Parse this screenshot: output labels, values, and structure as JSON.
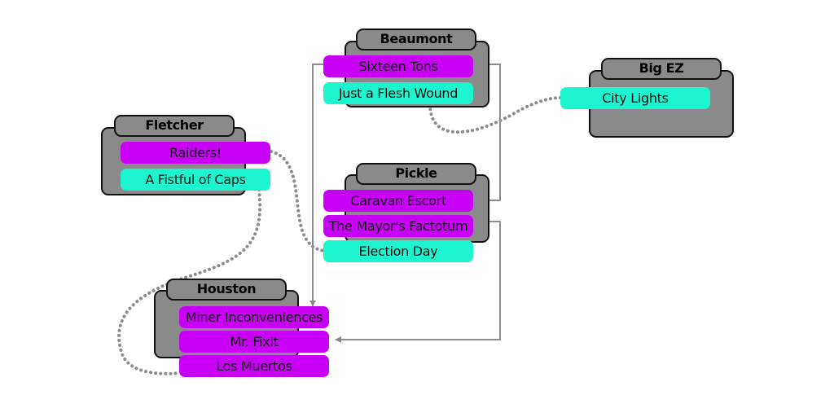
{
  "colors": {
    "magenta": "#c800f5",
    "cyan": "#1cf5cf",
    "node_fill": "#8a8a8a",
    "link_gray": "#8c8c8c"
  },
  "nodes": {
    "beaumont": {
      "title": "Beaumont",
      "quests": [
        {
          "label": "Sixteen Tons",
          "color": "magenta"
        },
        {
          "label": "Just a Flesh Wound",
          "color": "cyan"
        }
      ]
    },
    "bigez": {
      "title": "Big EZ",
      "quests": [
        {
          "label": "City Lights",
          "color": "cyan"
        }
      ]
    },
    "fletcher": {
      "title": "Fletcher",
      "quests": [
        {
          "label": "Raiders!",
          "color": "magenta"
        },
        {
          "label": "A Fistful of Caps",
          "color": "cyan"
        }
      ]
    },
    "pickle": {
      "title": "Pickle",
      "quests": [
        {
          "label": "Caravan Escort",
          "color": "magenta"
        },
        {
          "label": "The Mayor's Factotum",
          "color": "magenta"
        },
        {
          "label": "Election Day",
          "color": "cyan"
        }
      ]
    },
    "houston": {
      "title": "Houston",
      "quests": [
        {
          "label": "Miner Inconveniences",
          "color": "magenta"
        },
        {
          "label": "Mr. Fixit",
          "color": "magenta"
        },
        {
          "label": "Los Muertos",
          "color": "magenta"
        }
      ]
    }
  },
  "links": [
    {
      "from": "Caravan Escort",
      "to": "Sixteen Tons",
      "style": "arrow"
    },
    {
      "from": "Sixteen Tons",
      "to": "Miner Inconveniences",
      "style": "arrow"
    },
    {
      "from": "The Mayor's Factotum",
      "to": "Mr. Fixit",
      "style": "arrow"
    },
    {
      "from": "Just a Flesh Wound",
      "to": "City Lights",
      "style": "dotted"
    },
    {
      "from": "Raiders!",
      "to": "Election Day",
      "style": "dotted"
    },
    {
      "from": "A Fistful of Caps",
      "to": "Los Muertos",
      "style": "dotted"
    }
  ]
}
